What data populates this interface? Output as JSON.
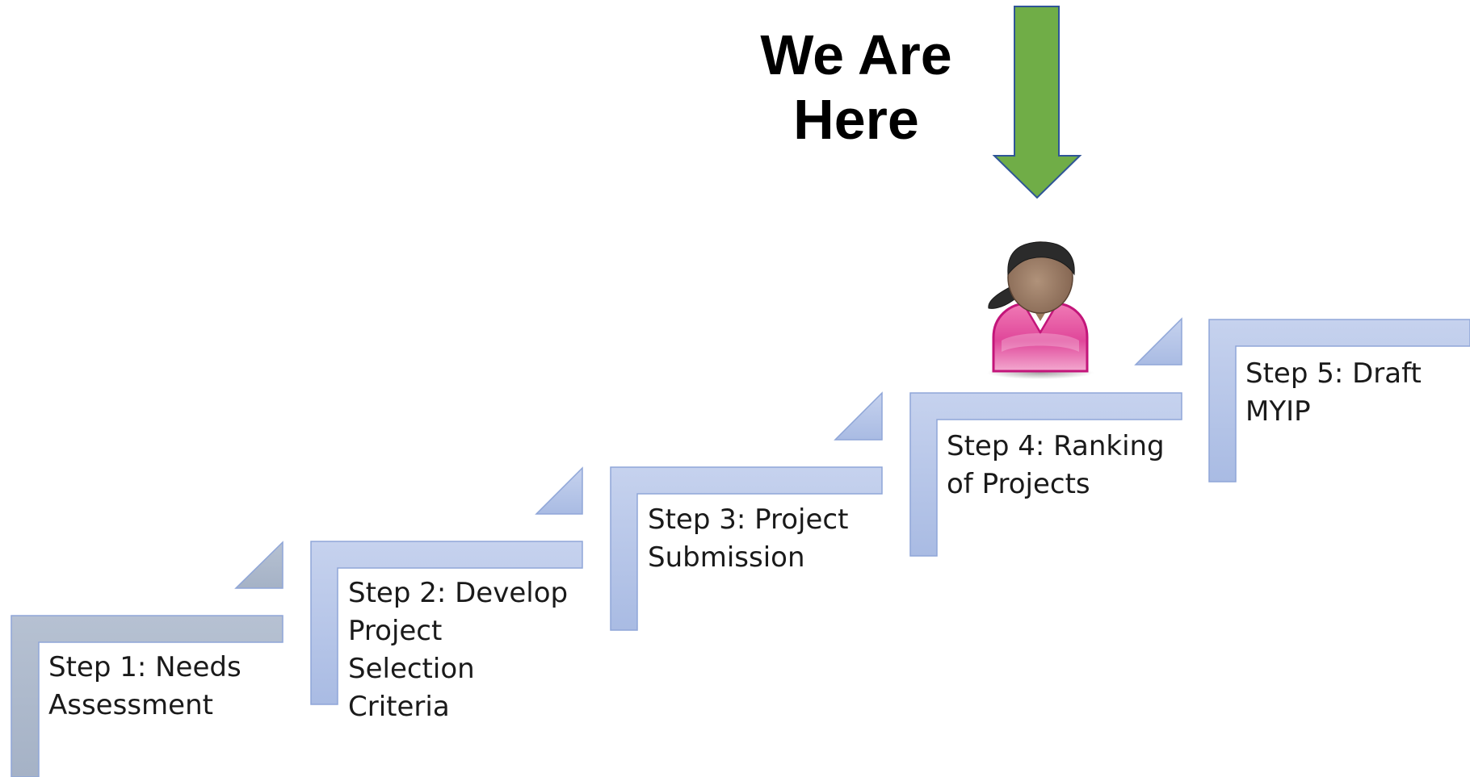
{
  "headline": {
    "lines": [
      "We Are",
      "Here"
    ]
  },
  "current_step_index": 3,
  "steps": [
    {
      "number": 1,
      "lines": [
        "Step 1: Needs",
        "Assessment"
      ]
    },
    {
      "number": 2,
      "lines": [
        "Step 2: Develop",
        "Project",
        "Selection",
        "Criteria"
      ]
    },
    {
      "number": 3,
      "lines": [
        "Step 3: Project",
        "Submission"
      ]
    },
    {
      "number": 4,
      "lines": [
        "Step 4: Ranking",
        "of Projects"
      ]
    },
    {
      "number": 5,
      "lines": [
        "Step 5: Draft",
        "MYIP"
      ]
    }
  ],
  "colors": {
    "step_first_fill": "#adb9cc",
    "step_fill": "#b4c3e6",
    "step_stroke": "#8fa6d8",
    "arrow_fill": "#70ad47",
    "arrow_stroke": "#2f5597",
    "person_shirt": "#e8559c",
    "person_skin": "#9b7a5e",
    "person_hair": "#2b2b2b"
  },
  "icons": {
    "pointer": "down-arrow-icon",
    "person": "person-icon"
  }
}
